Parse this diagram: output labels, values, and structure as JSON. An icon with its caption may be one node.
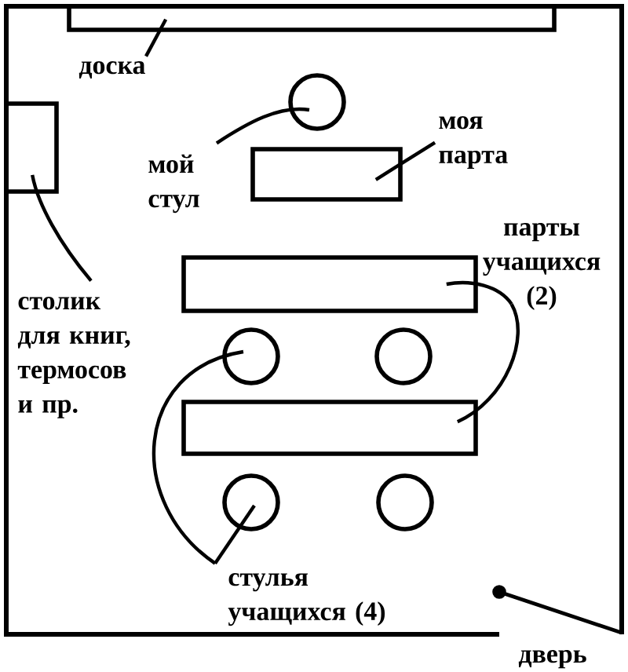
{
  "diagram": {
    "nodes": [
      {
        "text": [],
        "shape": "box"
      },
      {
        "text": [
          "доска"
        ]
      },
      {
        "text": [],
        "shape": "circle"
      },
      {
        "text": [
          "моя парта"
        ]
      },
      {
        "text": [],
        "shape": "box"
      },
      {
        "text": [
          "мой стул"
        ]
      },
      {
        "text": [],
        "shape": "box"
      },
      {
        "text": [
          "парты учащихся (2)"
        ]
      },
      {
        "text": [],
        "shape": "box"
      },
      {
        "text": [
          "столик для книг, термосов и пр."
        ]
      },
      {
        "text": [],
        "shape": "circle"
      },
      {
        "text": [],
        "shape": "circle"
      },
      {
        "text": [],
        "shape": "box"
      },
      {
        "text": [],
        "shape": "circle"
      },
      {
        "text": [],
        "shape": "circle"
      },
      {
        "text": [
          "стулья учащихся (4)"
        ]
      }
    ],
    "edges": [
      {
        "from": 1,
        "to": 0,
        "arrow": "none"
      },
      {
        "from": 5,
        "to": 2,
        "arrow": "none"
      },
      {
        "from": 3,
        "to": 4,
        "arrow": "none"
      },
      {
        "from": 9,
        "to": 6,
        "arrow": "none"
      },
      {
        "from": 7,
        "to": 8,
        "arrow": "none"
      },
      {
        "from": 7,
        "to": 12,
        "arrow": "none"
      },
      {
        "from": 15,
        "to": 10,
        "arrow": "none"
      },
      {
        "from": 15,
        "to": 13,
        "arrow": "none"
      }
    ],
    "labels": [
      "дверь"
    ]
  }
}
